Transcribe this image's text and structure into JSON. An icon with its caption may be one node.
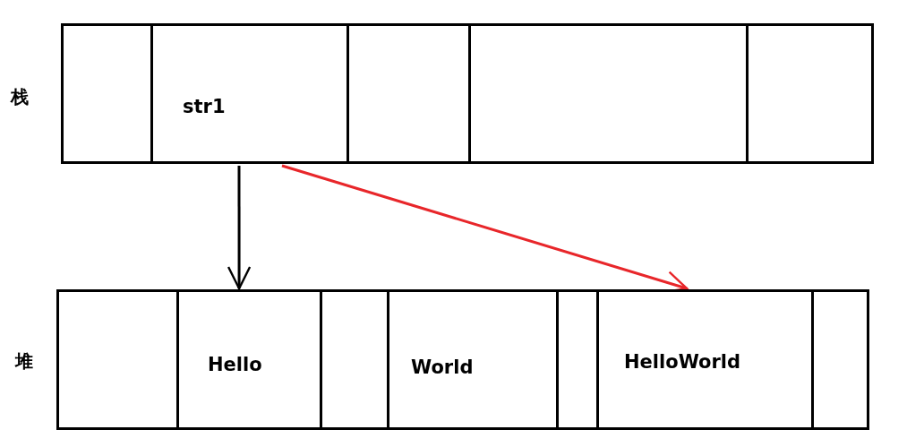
{
  "diagram": {
    "nodes": [
      {
        "text": [],
        "shape": "box"
      },
      {
        "text": [
          "str1"
        ]
      },
      {
        "text": [],
        "shape": "box"
      },
      {
        "text": [],
        "shape": "box"
      },
      {
        "text": [],
        "shape": "box"
      },
      {
        "text": [],
        "shape": "box"
      },
      {
        "text": [
          "Hello"
        ]
      },
      {
        "text": [],
        "shape": "box"
      },
      {
        "text": [
          "World"
        ]
      },
      {
        "text": [],
        "shape": "box"
      },
      {
        "text": [
          "HelloWorld"
        ]
      },
      {
        "text": [],
        "shape": "box"
      }
    ],
    "edges": [
      {
        "from": 1,
        "to": 6,
        "arrow": "to"
      },
      {
        "from": 1,
        "to": 10,
        "arrow": "to",
        "color": "#e8262a"
      }
    ],
    "labels": [
      "栈",
      "堆"
    ]
  }
}
